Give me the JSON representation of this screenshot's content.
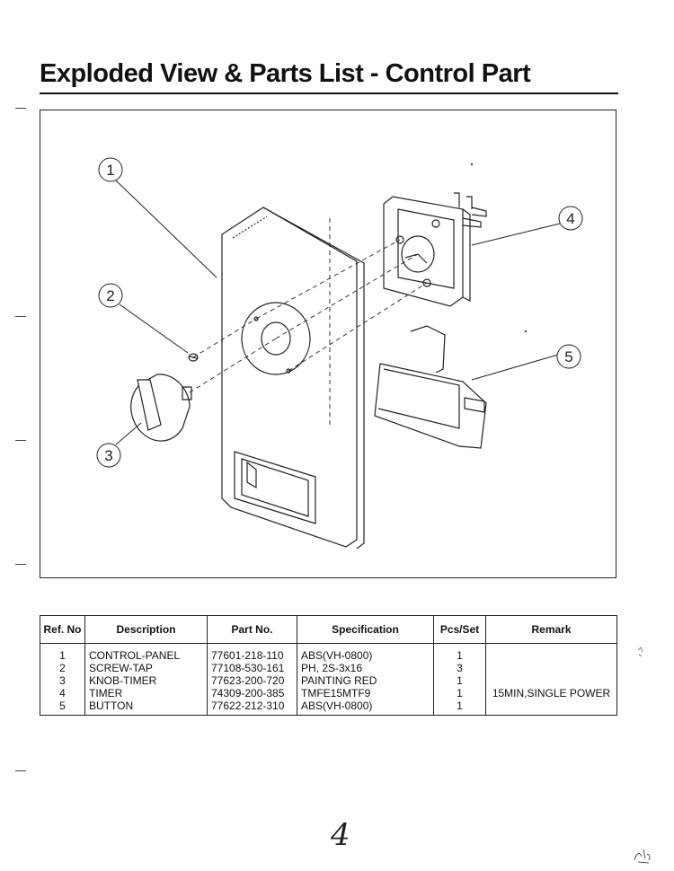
{
  "page": {
    "title": "Exploded View & Parts List - Control Part",
    "page_number": "4"
  },
  "diagram": {
    "callouts": [
      "1",
      "2",
      "3",
      "4",
      "5"
    ],
    "part_names": [
      "control-panel",
      "screw-tap",
      "knob-timer",
      "timer",
      "button"
    ]
  },
  "parts_table": {
    "headers": [
      "Ref. No",
      "Description",
      "Part No.",
      "Specification",
      "Pcs/Set",
      "Remark"
    ],
    "rows": [
      {
        "ref": "1",
        "description": "CONTROL-PANEL",
        "part_no": "77601-218-110",
        "specification": "ABS(VH-0800)",
        "pcs": "1",
        "remark": ""
      },
      {
        "ref": "2",
        "description": "SCREW-TAP",
        "part_no": "77108-530-161",
        "specification": "PH, 2S-3x16",
        "pcs": "3",
        "remark": ""
      },
      {
        "ref": "3",
        "description": "KNOB-TIMER",
        "part_no": "77623-200-720",
        "specification": "PAINTING RED",
        "pcs": "1",
        "remark": ""
      },
      {
        "ref": "4",
        "description": "TIMER",
        "part_no": "74309-200-385",
        "specification": "TMFE15MTF9",
        "pcs": "1",
        "remark": "15MIN,SINGLE POWER"
      },
      {
        "ref": "5",
        "description": "BUTTON",
        "part_no": "77622-212-310",
        "specification": "ABS(VH-0800)",
        "pcs": "1",
        "remark": ""
      }
    ]
  }
}
